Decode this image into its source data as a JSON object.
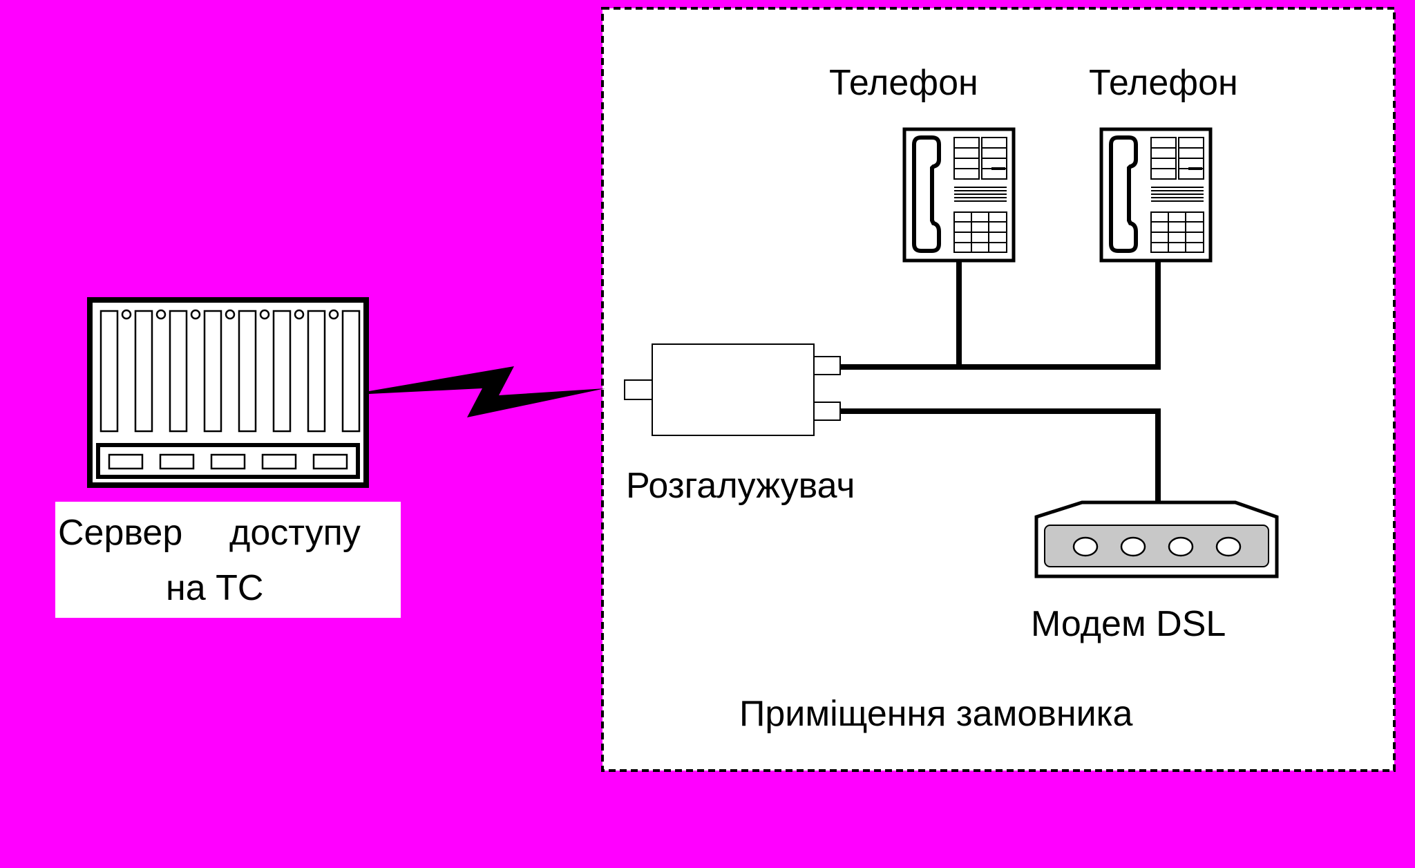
{
  "diagram": {
    "colors": {
      "background": "#ff00ff",
      "premises_fill": "#ffffff",
      "line": "#000000",
      "modem_panel": "#c8c8c8"
    },
    "labels": {
      "phone_1": "Телефон",
      "phone_2": "Телефон",
      "splitter": "Розгалужувач",
      "modem": "Модем DSL",
      "premises": "Приміщення замовника",
      "server_line1_a": "Сервер",
      "server_line1_b": "доступу",
      "server_line2": "на ТС"
    },
    "icons": {
      "server": "access-server-icon",
      "phone": "desk-phone-icon",
      "splitter": "splitter-icon",
      "modem": "dsl-modem-icon",
      "link": "lightning-link-icon"
    }
  }
}
